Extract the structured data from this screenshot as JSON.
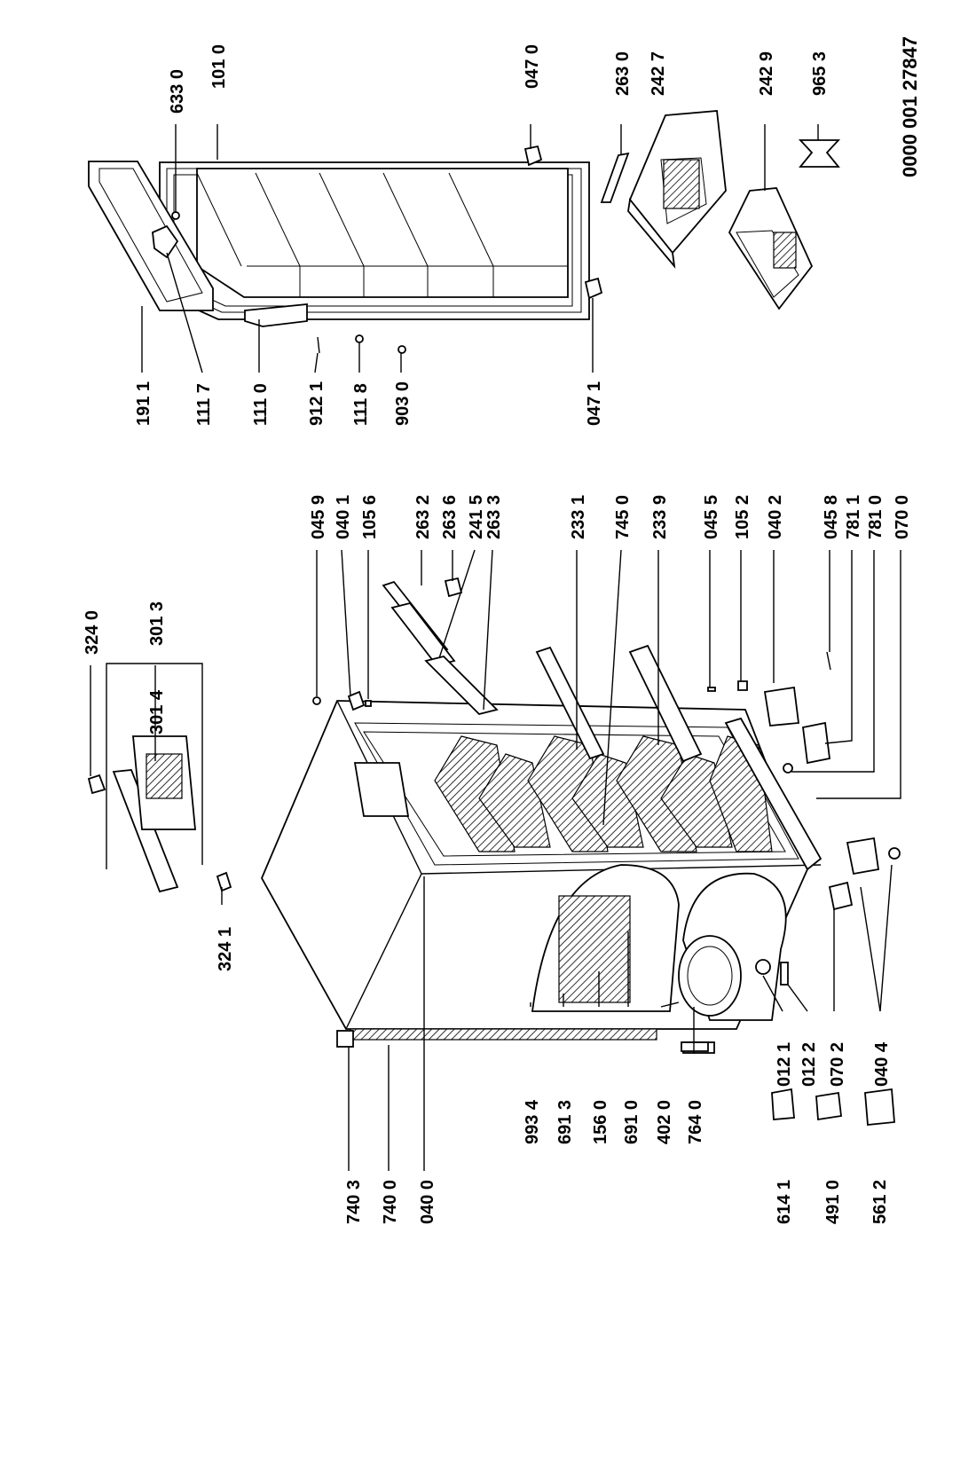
{
  "document_number": "0000 001 27847",
  "labels": {
    "l0000": "740 3",
    "l0001": "740 0",
    "l0002": "040 0",
    "l0003": "324 1",
    "l0004": "324 0",
    "l0005": "301 4",
    "l0006": "301 3",
    "l0007": "993 4",
    "l0008": "691 3",
    "l0009": "156 0",
    "l0010": "691 0",
    "l0011": "402 0",
    "l0012": "764 0",
    "l0013": "614 1",
    "l0014": "491 0",
    "l0015": "561 2",
    "l0016": "012 1",
    "l0017": "012 2",
    "l0018": "070 2",
    "l0019": "040 4",
    "l0020": "045 9",
    "l0021": "040 1",
    "l0022": "105 6",
    "l0023": "263 2",
    "l0024": "263 6",
    "l0025": "241 5",
    "l0026": "263 3",
    "l0027": "233 1",
    "l0028": "745 0",
    "l0029": "233 9",
    "l0030": "045 5",
    "l0031": "105 2",
    "l0032": "040 2",
    "l0033": "045 8",
    "l0034": "781 1",
    "l0035": "781 0",
    "l0036": "070 0",
    "l0037": "191 1",
    "l0038": "111 7",
    "l0039": "111 0",
    "l0040": "912 1",
    "l0041": "111 8",
    "l0042": "903 0",
    "l0043": "047 1",
    "l0044": "633 0",
    "l0045": "101 0",
    "l0046": "047 0",
    "l0047": "263 0",
    "l0048": "242 7",
    "l0049": "242 9",
    "l0050": "965 3"
  }
}
